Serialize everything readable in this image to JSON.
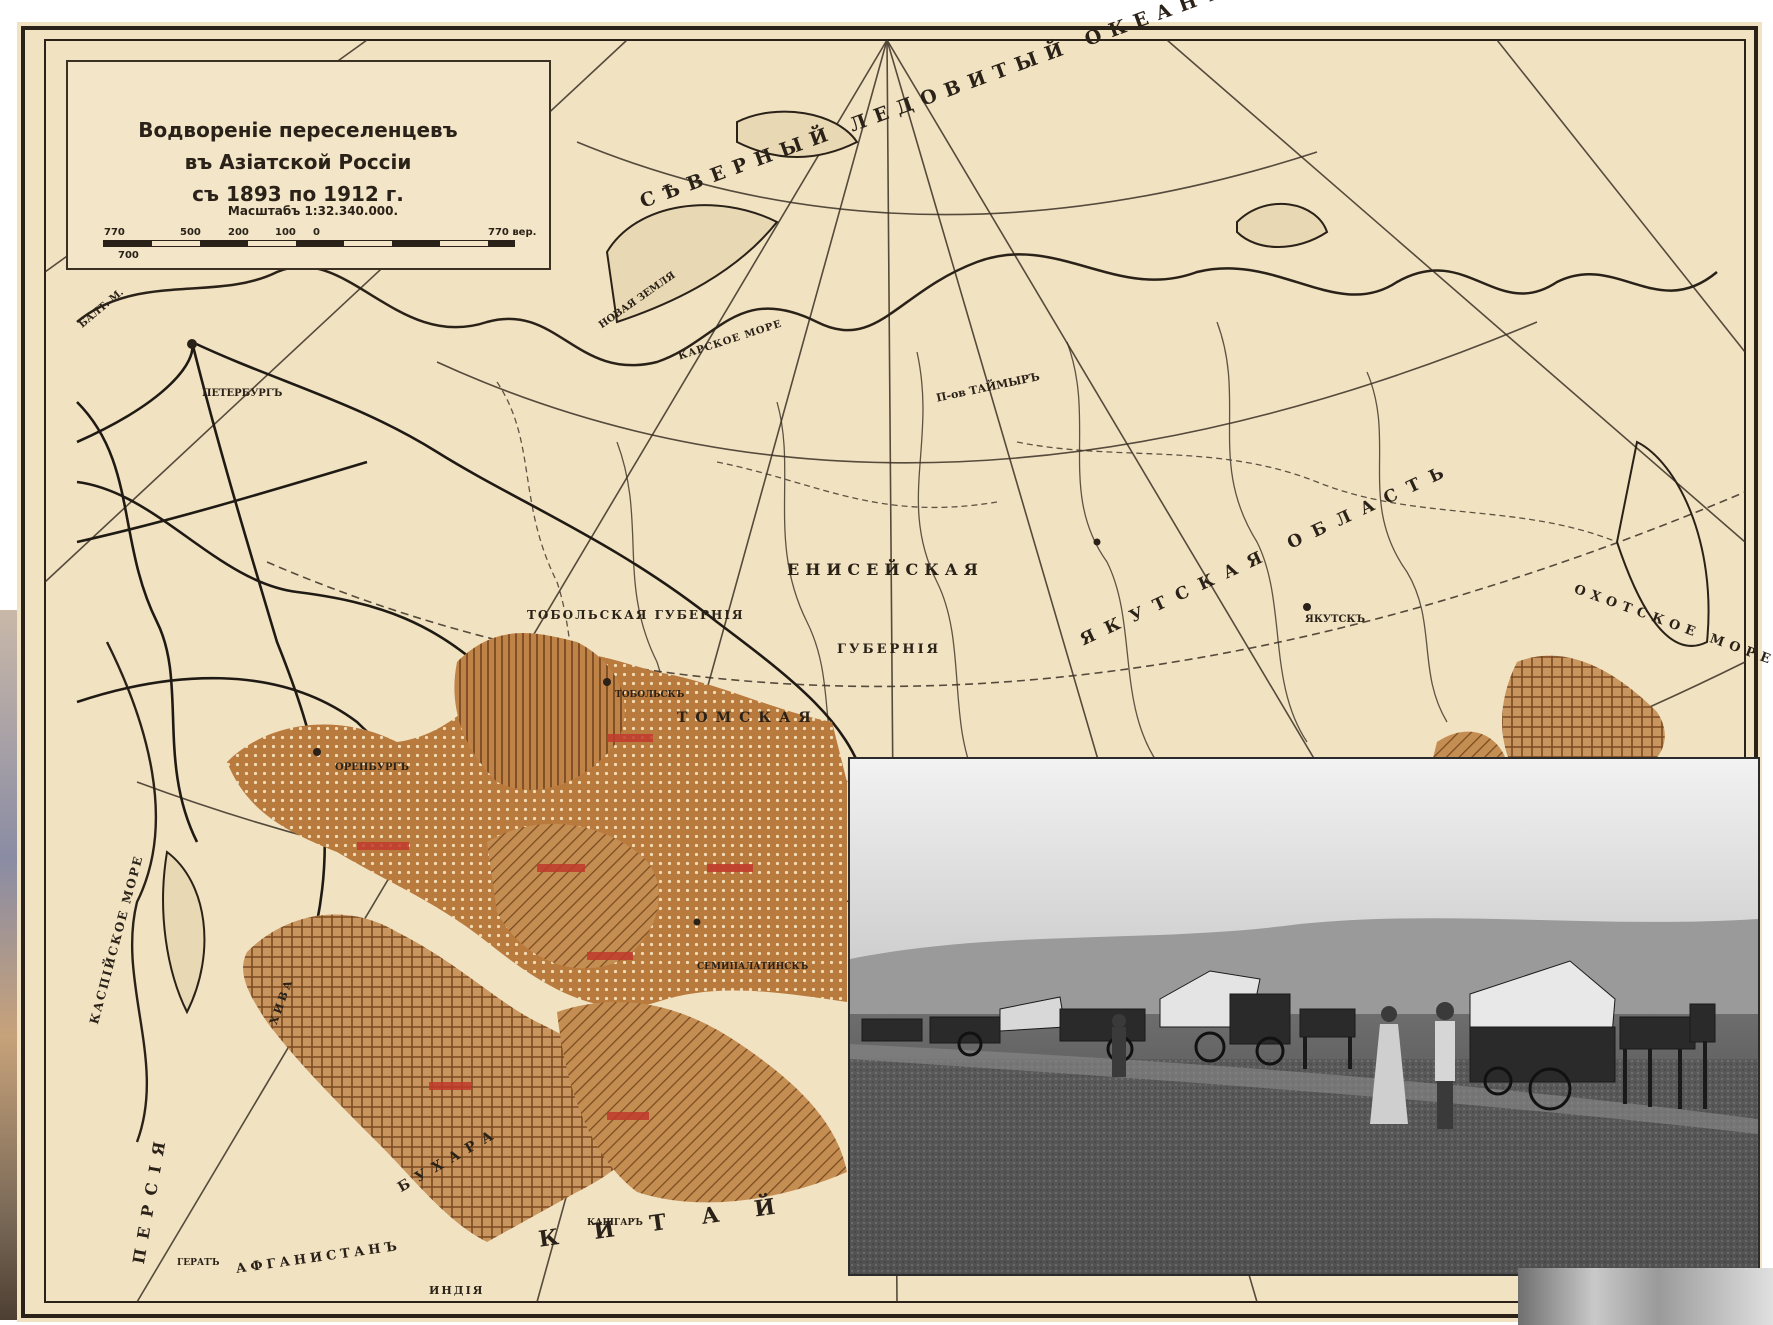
{
  "legend": {
    "title": "Водвореніе переселенцевъ\nвъ Азіатской Россіи\nсъ 1893 по 1912 г.",
    "scale_label": "Масштабъ 1:32.340.000.",
    "scale_ticks": [
      "770",
      "500",
      "200",
      "100",
      "0",
      "770 вер.",
      "700"
    ]
  },
  "map_labels": {
    "arctic_ocean": "СѢВЕРНЫЙ ЛЕДОВИТЫЙ ОКЕАНЪ",
    "yenisei": "ЕНИСЕЙСКАЯ",
    "yenisei_gub": "ГУБЕРНІЯ",
    "yakutsk_obl": "ЯКУТСКАЯ ОБЛАСТЬ",
    "tobolsk": "ТОБОЛЬСКАЯ ГУБЕРНІЯ",
    "okhotsk_sea": "ОХОТСКОЕ МОРЕ",
    "kara_sea": "КАРСКОЕ МОРЕ",
    "novaya_zemlya": "НОВАЯ ЗЕМЛЯ",
    "taimyr": "П-ов ТАЙМЫРЪ",
    "orenburg": "ОРЕНБУРГЪ",
    "petersburg": "ПЕТЕРБУРГЪ",
    "baltic": "БАЛТ. М.",
    "caspian": "КАСПІЙСКОЕ МОРЕ",
    "persia": "ПЕРСІЯ",
    "afghanistan": "АФГАНИСТАНЪ",
    "india": "ИНДІЯ",
    "china": "К И Т А Й",
    "bukhara": "БУХАРА",
    "khiva": "ХИВА",
    "yakutsk": "ЯКУТСКЪ",
    "tomsk": "ТОМСКАЯ",
    "tobolsk_city": "ТОБОЛЬСКЪ",
    "semipalatinsk": "СЕМИПАЛАТИНСКЪ",
    "kashgar": "КАШГАРЪ",
    "herat": "ГЕРАТЪ"
  },
  "colors": {
    "paper": "#f1e2c2",
    "settlement": "#b97a3d",
    "settlement_dark": "#8e5524",
    "ink": "#2a2218",
    "figures_red": "#c0392b"
  }
}
